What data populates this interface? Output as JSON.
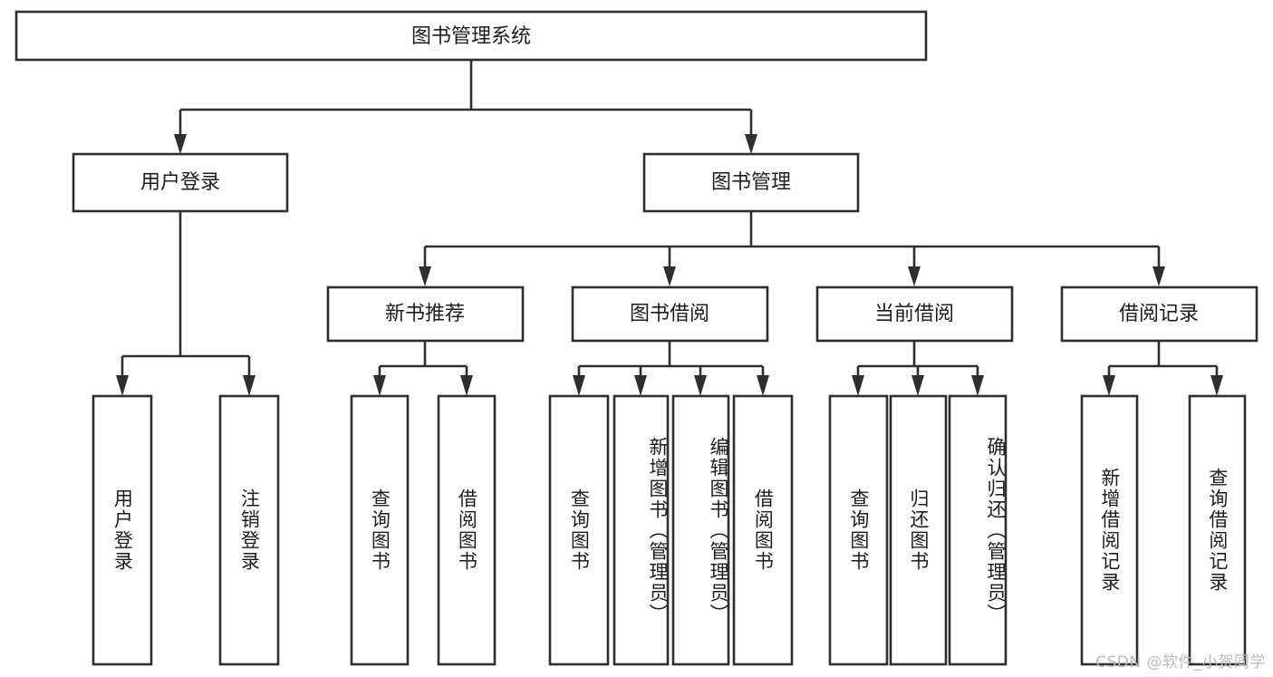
{
  "diagram": {
    "type": "tree",
    "title": "图书管理系统",
    "orientation": "top-down",
    "colors": {
      "box_stroke": "#2e2e2e",
      "box_fill": "#ffffff",
      "text": "#1d1d1d",
      "background": "#ffffff",
      "watermark": "#b9b9b9"
    },
    "levels": [
      {
        "level": 1,
        "nodes": [
          {
            "id": "root",
            "label": "图书管理系统",
            "orientation": "horizontal"
          }
        ]
      },
      {
        "level": 2,
        "nodes": [
          {
            "id": "login",
            "label": "用户登录",
            "parent": "root",
            "orientation": "horizontal"
          },
          {
            "id": "bookmgmt",
            "label": "图书管理",
            "parent": "root",
            "orientation": "horizontal"
          }
        ]
      },
      {
        "level": 3,
        "nodes": [
          {
            "id": "newbook",
            "label": "新书推荐",
            "parent": "bookmgmt",
            "orientation": "horizontal"
          },
          {
            "id": "borrow",
            "label": "图书借阅",
            "parent": "bookmgmt",
            "orientation": "horizontal"
          },
          {
            "id": "current",
            "label": "当前借阅",
            "parent": "bookmgmt",
            "orientation": "horizontal"
          },
          {
            "id": "records",
            "label": "借阅记录",
            "parent": "bookmgmt",
            "orientation": "horizontal"
          }
        ]
      },
      {
        "level": 4,
        "nodes": [
          {
            "id": "leaf1",
            "label": "用户登录",
            "parent": "login",
            "orientation": "vertical"
          },
          {
            "id": "leaf2",
            "label": "注销登录",
            "parent": "login",
            "orientation": "vertical"
          },
          {
            "id": "leaf3",
            "label": "查询图书",
            "parent": "newbook",
            "orientation": "vertical"
          },
          {
            "id": "leaf4",
            "label": "借阅图书",
            "parent": "newbook",
            "orientation": "vertical"
          },
          {
            "id": "leaf5",
            "label": "查询图书",
            "parent": "borrow",
            "orientation": "vertical"
          },
          {
            "id": "leaf6",
            "label": "新增图书（管理员）",
            "parent": "borrow",
            "orientation": "vertical"
          },
          {
            "id": "leaf7",
            "label": "编辑图书（管理员）",
            "parent": "borrow",
            "orientation": "vertical"
          },
          {
            "id": "leaf8",
            "label": "借阅图书",
            "parent": "borrow",
            "orientation": "vertical"
          },
          {
            "id": "leaf9",
            "label": "查询图书",
            "parent": "current",
            "orientation": "vertical"
          },
          {
            "id": "leaf10",
            "label": "归还图书",
            "parent": "current",
            "orientation": "vertical"
          },
          {
            "id": "leaf11",
            "label": "确认归还（管理员）",
            "parent": "current",
            "orientation": "vertical"
          },
          {
            "id": "leaf12",
            "label": "新增借阅记录",
            "parent": "records",
            "orientation": "vertical"
          },
          {
            "id": "leaf13",
            "label": "查询借阅记录",
            "parent": "records",
            "orientation": "vertical"
          }
        ]
      }
    ]
  },
  "watermark": {
    "text": "CSDN @软件_小贺同学"
  }
}
